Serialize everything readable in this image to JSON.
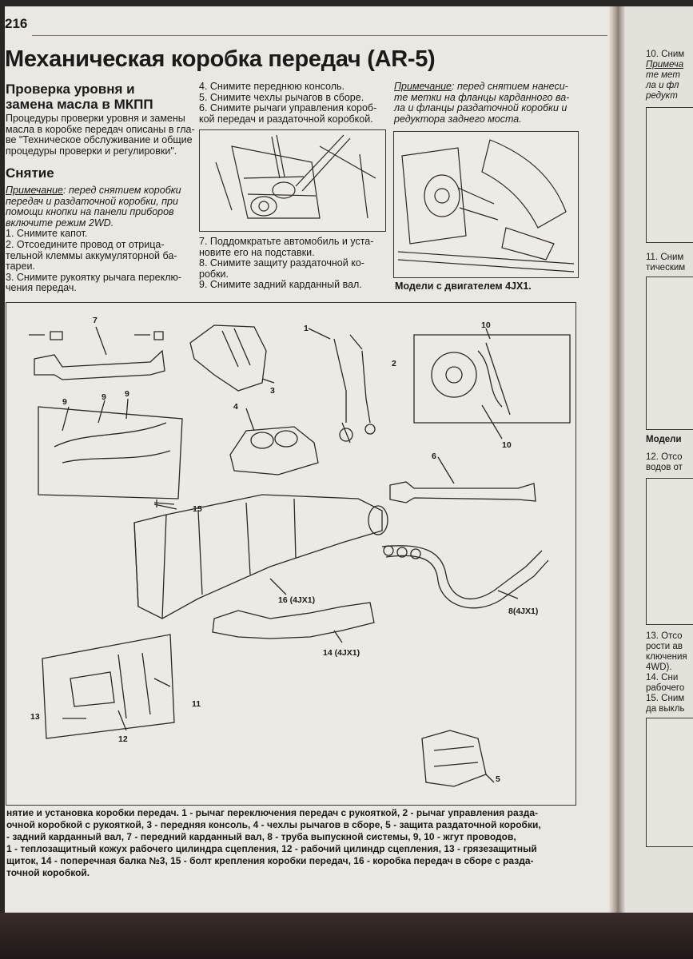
{
  "page_number": "216",
  "header_faint": "Механическая коробка передач",
  "title": "Механическая коробка передач (AR-5)",
  "section1": {
    "heading_line1": "Проверка уровня и",
    "heading_line2": "замена масла в МКПП",
    "body": [
      "Процедуры проверки уровня и замены",
      "масла в коробке передач описаны в гла-",
      "ве \"Техническое обслуживание и общие",
      "процедуры проверки и регулировки\"."
    ]
  },
  "section2": {
    "heading": "Снятие",
    "note_label": "Примечание",
    "note_lines": [
      ": перед снятием коробки",
      "передач и раздаточной коробки, при",
      "помощи кнопки на панели приборов",
      "включите режим 2WD."
    ],
    "steps": [
      "1. Снимите капот.",
      "2. Отсоедините провод от отрица-",
      "тельной клеммы аккумуляторной ба-",
      "тареи.",
      "3. Снимите рукоятку рычага переклю-",
      "чения передач."
    ]
  },
  "col2_top": [
    "4. Снимите переднюю консоль.",
    "5. Снимите чехлы рычагов в сборе.",
    "6. Снимите рычаги управления короб-",
    "кой передач и раздаточной коробкой."
  ],
  "col2_bottom": [
    "7. Поддомкратьте автомобиль и уста-",
    "новите его на подставки.",
    "8. Снимите защиту раздаточной ко-",
    "робки.",
    "9. Снимите задний карданный вал."
  ],
  "col3_note": {
    "label": "Примечание",
    "lines": [
      ": перед снятием нанеси-",
      "те метки на фланцы карданного ва-",
      "ла и фланцы раздаточной коробки и",
      "редуктора заднего моста."
    ]
  },
  "fig_caption_4jx1": "Модели с двигателем 4JX1.",
  "callouts": {
    "c1": "1",
    "c2": "2",
    "c3": "3",
    "c4": "4",
    "c5": "5",
    "c6": "6",
    "c7": "7",
    "c8": "8(4JX1)",
    "c9a": "9",
    "c9b": "9",
    "c9c": "9",
    "c10a": "10",
    "c10b": "10",
    "c11": "11",
    "c12": "12",
    "c13": "13",
    "c14": "14 (4JX1)",
    "c15": "15",
    "c16": "16 (4JX1)"
  },
  "main_caption": [
    "нятие и установка коробки передач. 1 - рычаг переключения передач с рукояткой, 2 - рычаг управления разда-",
    "очной коробкой с рукояткой, 3 - передняя консоль, 4 - чехлы рычагов в сборе, 5 - защита раздаточной коробки,",
    "- задний карданный вал, 7 - передний карданный вал, 8 - труба выпускной системы, 9, 10 - жгут проводов,",
    "1 - теплозащитный кожух рабочего цилиндра сцепления, 12 - рабочий цилиндр сцепления, 13 - грязезащитный",
    "щиток, 14 - поперечная балка №3, 15 - болт крепления коробки передач, 16 - коробка передач в сборе с разда-",
    "точной коробкой."
  ],
  "right_page": {
    "s10": [
      "10. Сним",
      "Примеча",
      "те мет",
      "ла и фл",
      "редукт"
    ],
    "s11": [
      "11. Сним",
      "тическим"
    ],
    "models": "Модели",
    "s12": [
      "12. Отсо",
      "водов от"
    ],
    "s13": [
      "13. Отсо",
      "рости ав",
      "ключения",
      "4WD).",
      "14.  Сни",
      "рабочего",
      "15. Сним",
      "да выкль"
    ]
  }
}
